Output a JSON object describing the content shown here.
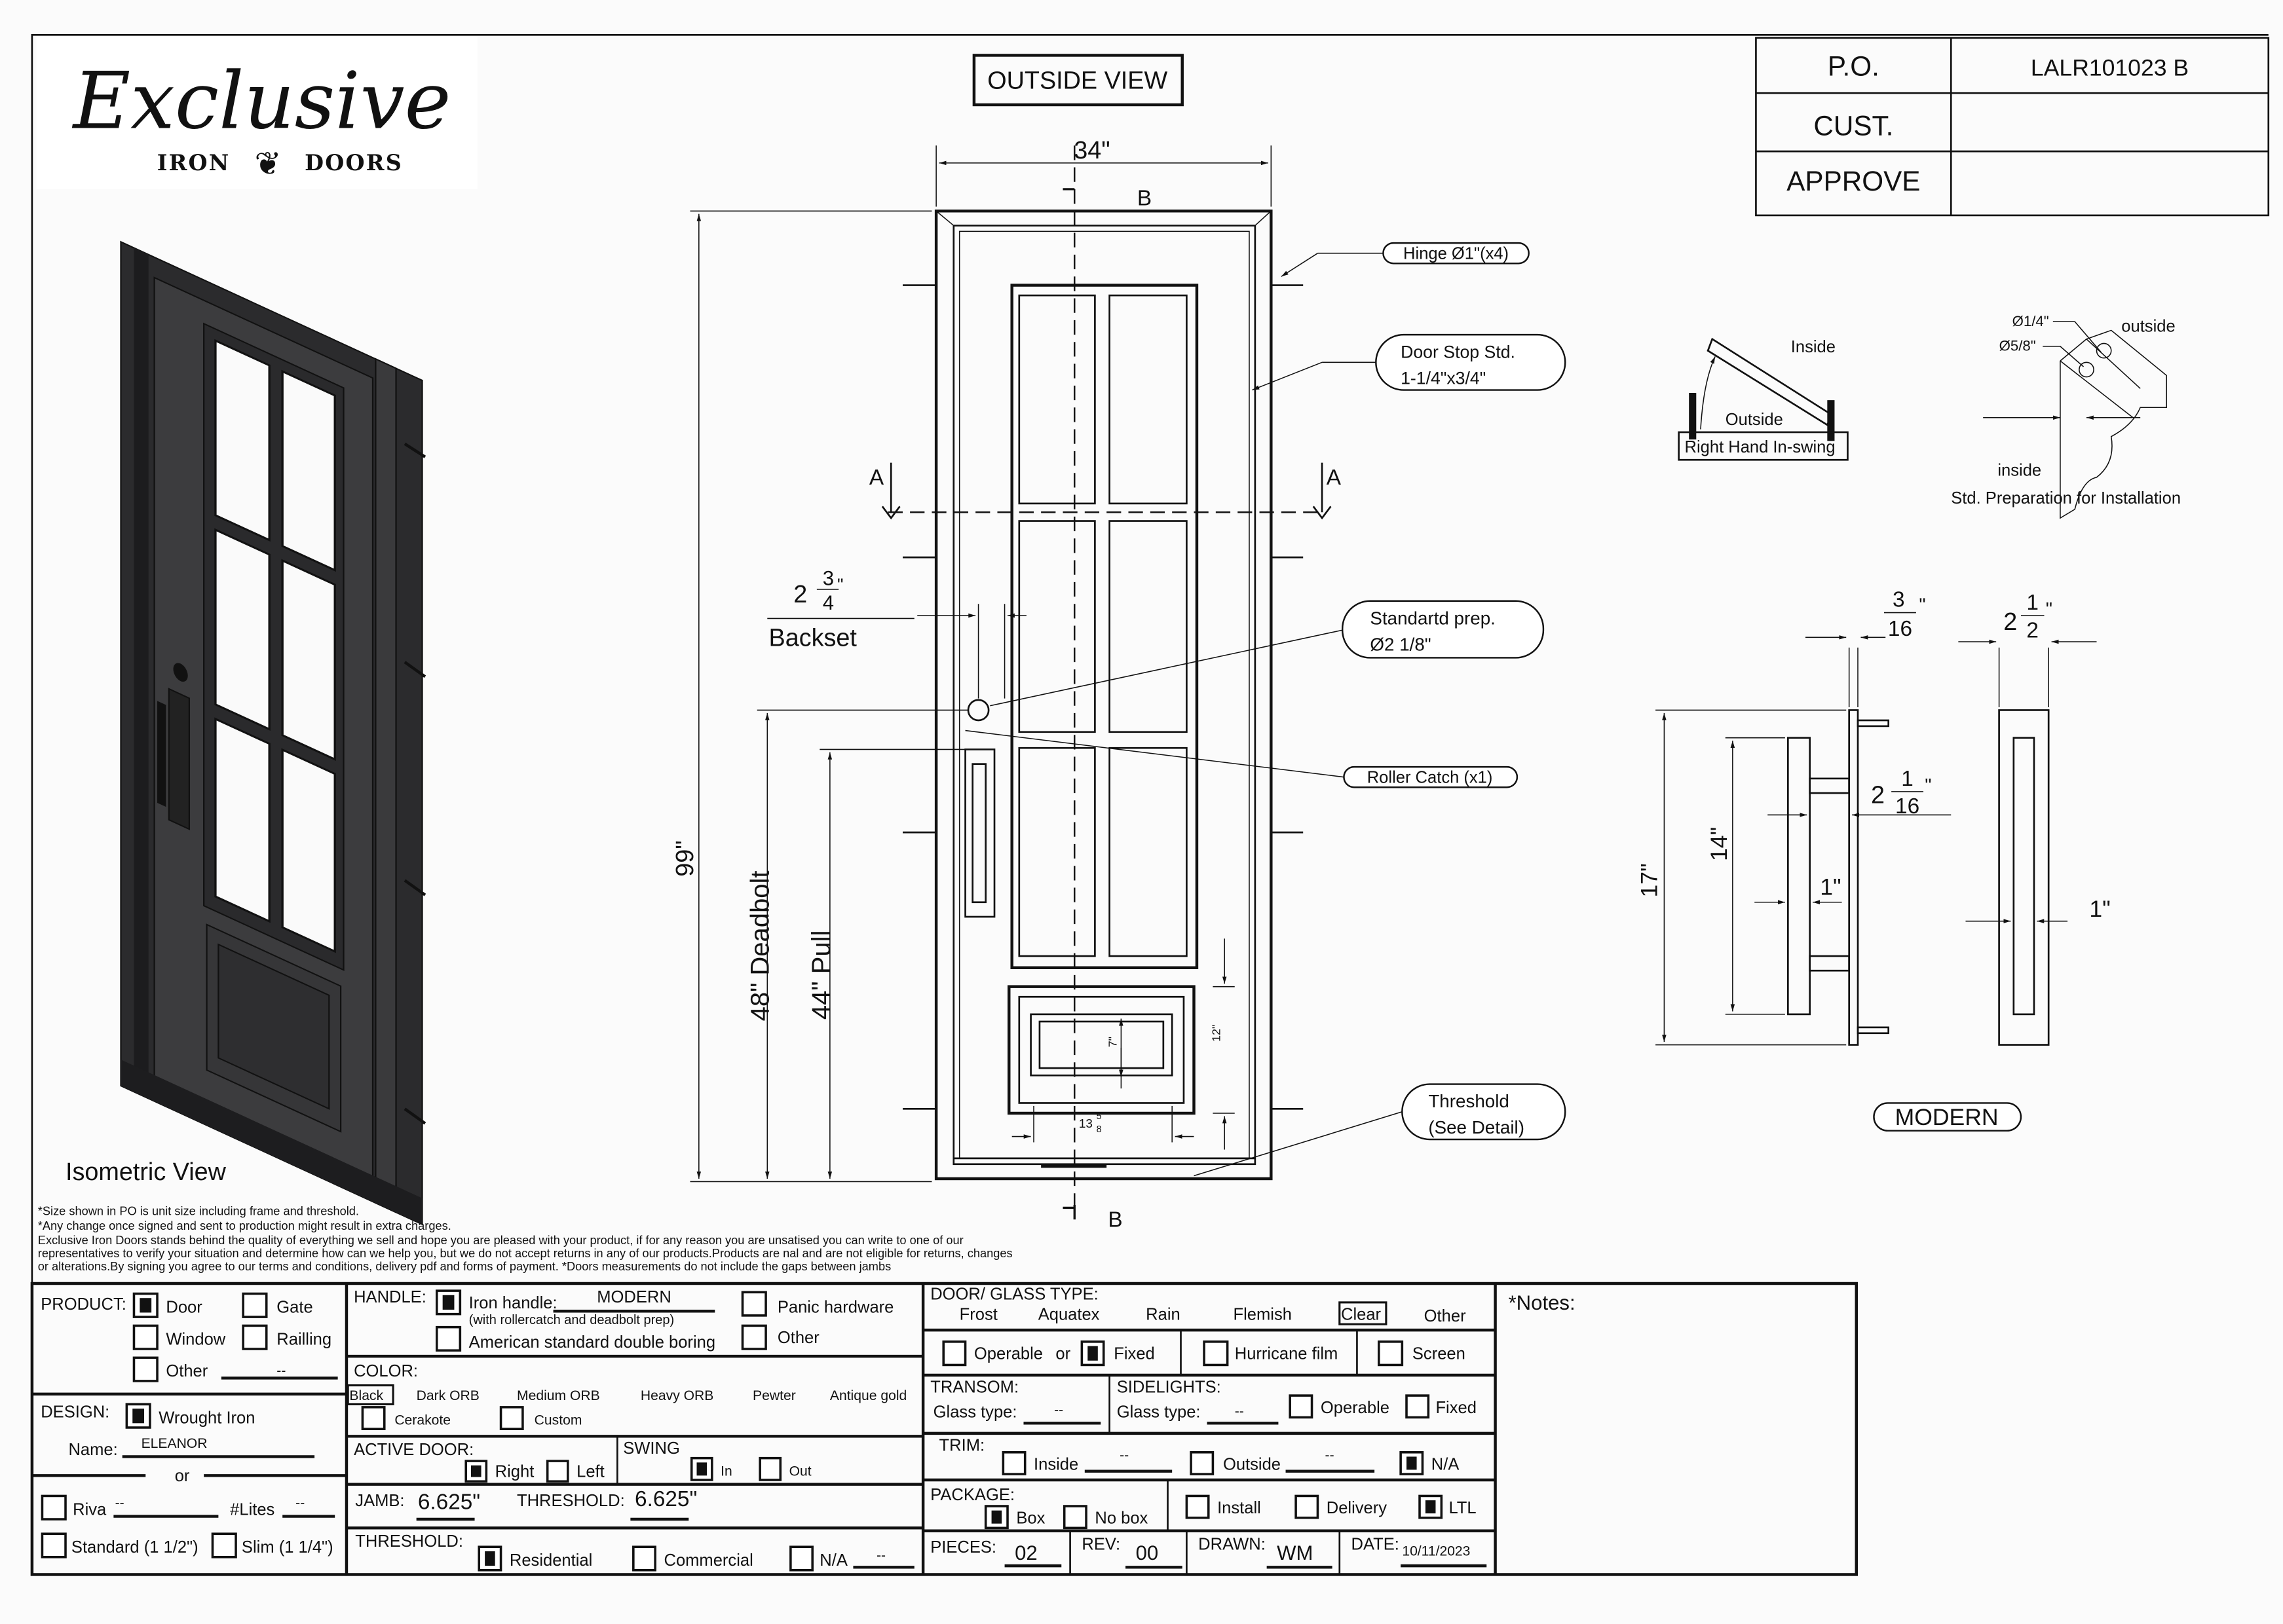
{
  "logo": {
    "brand": "Exclusive",
    "sub_left": "IRON",
    "sub_right": "DOORS"
  },
  "drawing": {
    "view_title": "OUTSIDE VIEW",
    "width_dim": "34\"",
    "height_dim": "99\"",
    "section_b": "B",
    "section_a": "A",
    "backset_whole": "2",
    "backset_num": "3",
    "backset_den": "4",
    "backset_unit": "\"",
    "backset_label": "Backset",
    "deadbolt_dim": "48\" Deadbolt",
    "pull_dim": "44\" Pull",
    "panel_glass_height": "7\"",
    "panel_height": "12\"",
    "panel_width_whole": "13",
    "panel_width_num": "5",
    "panel_width_den": "8",
    "callouts": {
      "hinge": "Hinge Ø1\"(x4)",
      "door_stop_1": "Door Stop Std.",
      "door_stop_2": "1-1/4\"x3/4\"",
      "prep_1": "Standartd prep.",
      "prep_2": "Ø2 1/8\"",
      "roller": "Roller Catch (x1)",
      "threshold_1": "Threshold",
      "threshold_2": "(See Detail)"
    },
    "isometric_label": "Isometric View"
  },
  "title_block": {
    "po_label": "P.O.",
    "po_value": "LALR101023 B",
    "cust_label": "CUST.",
    "cust_value": "",
    "approve_label": "APPROVE",
    "approve_value": ""
  },
  "swing_diagram": {
    "inside": "Inside",
    "outside": "Outside",
    "caption": "Right Hand In-swing"
  },
  "install_prep": {
    "d1": "Ø1/4\"",
    "d2": "Ø5/8\"",
    "outside": "outside",
    "inside": "inside",
    "caption": "Std. Preparation for Installation"
  },
  "handle_detail": {
    "overall": "17\"",
    "grip": "14\"",
    "t_num": "3",
    "t_den": "16",
    "standoff_whole": "2",
    "standoff_num": "1",
    "standoff_den": "16",
    "bar_depth": "1\"",
    "w_whole": "2",
    "w_num": "1",
    "w_den": "2",
    "bar_width": "1\"",
    "inch": "\"",
    "style": "MODERN"
  },
  "fine_print": [
    "*Size shown in PO is unit size including frame and threshold.",
    "*Any change once signed and sent to production might result in extra charges.",
    "Exclusive Iron Doors stands behind the quality of everything we sell and hope you are pleased with your product, if for any reason you are unsatised you can write to one of our",
    "representatives to verify your situation and determine how can we help you, but we do not accept returns in any of our products.Products are nal and are not eligible for returns, changes",
    "or alterations.By signing you agree to our terms and conditions, delivery pdf and forms of payment. *Doors measurements do not include the gaps between jambs"
  ],
  "form": {
    "product": {
      "label": "PRODUCT:",
      "door": {
        "label": "Door",
        "checked": true
      },
      "gate": {
        "label": "Gate",
        "checked": false
      },
      "window": {
        "label": "Window",
        "checked": false
      },
      "railing": {
        "label": "Railling",
        "checked": false
      },
      "other": {
        "label": "Other",
        "checked": false,
        "value": "--"
      }
    },
    "design": {
      "label": "DESIGN:",
      "wrought": {
        "label": "Wrought Iron",
        "checked": true
      },
      "name_label": "Name:",
      "name_value": "ELEANOR",
      "or": "or"
    },
    "riva": {
      "label": "Riva",
      "checked": false,
      "value": "--",
      "lites_label": "#Lites",
      "lites_value": "--"
    },
    "standard": {
      "label": "Standard (1 1/2\")",
      "checked": false
    },
    "slim": {
      "label": "Slim (1 1/4\")",
      "checked": false
    },
    "handle": {
      "label": "HANDLE:",
      "iron": {
        "label": "Iron handle:",
        "checked": true,
        "value": "MODERN",
        "note": "(with rollercatch and deadbolt prep)"
      },
      "american": {
        "label": "American standard double boring",
        "checked": false
      },
      "panic": {
        "label": "Panic hardware",
        "checked": false
      },
      "other": {
        "label": "Other",
        "checked": false
      }
    },
    "color": {
      "label": "COLOR:",
      "options": [
        "Black",
        "Dark ORB",
        "Medium ORB",
        "Heavy ORB",
        "Pewter",
        "Antique gold"
      ],
      "selected": "Black",
      "cerakote": {
        "label": "Cerakote",
        "checked": false
      },
      "custom": {
        "label": "Custom",
        "checked": false
      }
    },
    "active_door": {
      "label": "ACTIVE DOOR:",
      "right": {
        "label": "Right",
        "checked": true
      },
      "left": {
        "label": "Left",
        "checked": false
      }
    },
    "swing": {
      "label": "SWING",
      "in": {
        "label": "In",
        "checked": true
      },
      "out": {
        "label": "Out",
        "checked": false
      }
    },
    "jamb": {
      "label": "JAMB:",
      "value": "6.625\""
    },
    "threshold_size": {
      "label": "THRESHOLD:",
      "value": "6.625\""
    },
    "threshold": {
      "label": "THRESHOLD:",
      "residential": {
        "label": "Residential",
        "checked": true
      },
      "commercial": {
        "label": "Commercial",
        "checked": false
      },
      "na": {
        "label": "N/A",
        "checked": false,
        "value": "--"
      }
    },
    "glass": {
      "label": "DOOR/ GLASS TYPE:",
      "options": [
        "Frost",
        "Aquatex",
        "Rain",
        "Flemish",
        "Clear",
        "Other"
      ],
      "selected": "Clear"
    },
    "operable": {
      "label": "Operable",
      "checked": false,
      "or": "or"
    },
    "fixed": {
      "label": "Fixed",
      "checked": true
    },
    "hurricane": {
      "label": "Hurricane film",
      "checked": false
    },
    "screen": {
      "label": "Screen",
      "checked": false
    },
    "transom": {
      "label": "TRANSOM:",
      "glass_label": "Glass type:",
      "glass_value": "--"
    },
    "sidelights": {
      "label": "SIDELIGHTS:",
      "glass_label": "Glass type:",
      "glass_value": "--",
      "operable": {
        "label": "Operable",
        "checked": false
      },
      "fixed": {
        "label": "Fixed",
        "checked": false
      }
    },
    "trim": {
      "label": "TRIM:",
      "inside": {
        "label": "Inside",
        "checked": false,
        "value": "--"
      },
      "outside": {
        "label": "Outside",
        "checked": false,
        "value": "--"
      },
      "na": {
        "label": "N/A",
        "checked": true
      }
    },
    "package": {
      "label": "PACKAGE:",
      "box": {
        "label": "Box",
        "checked": true
      },
      "nobox": {
        "label": "No box",
        "checked": false
      },
      "install": {
        "label": "Install",
        "checked": false
      },
      "delivery": {
        "label": "Delivery",
        "checked": false
      },
      "ltl": {
        "label": "LTL",
        "checked": true
      }
    },
    "pieces": {
      "label": "PIECES:",
      "value": "02"
    },
    "rev": {
      "label": "REV:",
      "value": "00"
    },
    "drawn": {
      "label": "DRAWN:",
      "value": "WM"
    },
    "date": {
      "label": "DATE:",
      "value": "10/11/2023"
    },
    "notes_label": "*Notes:"
  }
}
